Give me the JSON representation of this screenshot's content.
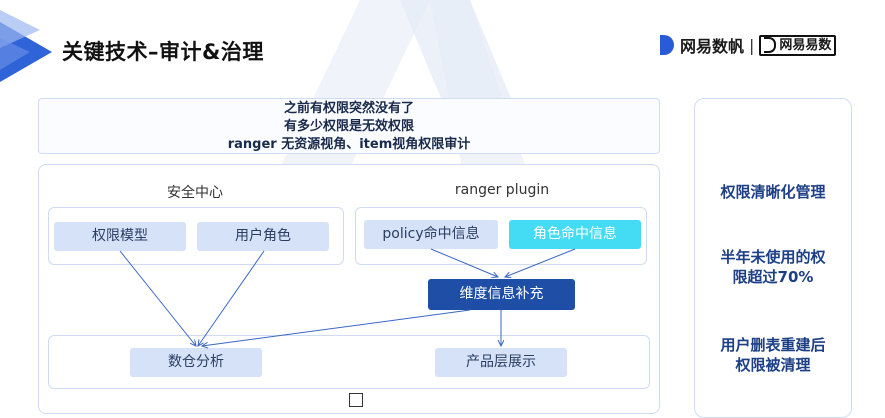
{
  "header": {
    "title": "关键技术–审计&治理",
    "logo_main": "网易数帆",
    "logo_sub": "网易易数"
  },
  "intro": {
    "lines": [
      "之前有权限突然没有了",
      "有多少权限是无效权限",
      "ranger 无资源视角、item视角权限审计"
    ]
  },
  "left_panel": {
    "title": "安全中心",
    "chips": [
      "权限模型",
      "用户角色"
    ]
  },
  "right_panel": {
    "title": "ranger plugin",
    "chips": [
      "policy命中信息",
      "角色命中信息"
    ]
  },
  "middle": {
    "supplement": "维度信息补充"
  },
  "bottom": {
    "chips": [
      "数仓分析",
      "产品层展示"
    ]
  },
  "sidebar": {
    "items": [
      "权限清晰化管理",
      "半年未使用的权限超过70%",
      "用户删表重建后权限被清理"
    ],
    "item1_lines": [
      "半年未使用的权",
      "限超过70%"
    ],
    "item2_lines": [
      "用户删表重建后",
      "权限被清理"
    ]
  },
  "colors": {
    "accent": "#1e4ea6",
    "chip": "#d5e2f7",
    "highlight": "#44dcf5",
    "sidebar_text": "#1d3f86"
  }
}
